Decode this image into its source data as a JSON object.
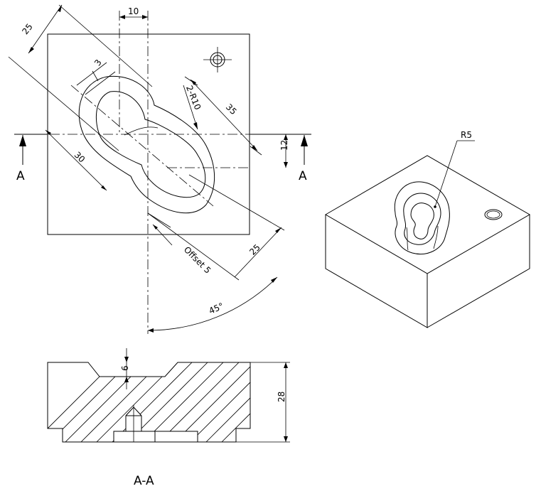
{
  "drawing": {
    "top_view": {
      "dims": {
        "d25_top": "25",
        "d10": "10",
        "d3": "3",
        "d2r10": "2-R10",
        "d35": "35",
        "d12": "12",
        "d30": "30",
        "d25_right": "25",
        "offset": "Offset 5",
        "angle": "45°"
      },
      "section_marks": {
        "left": "A",
        "right": "A"
      }
    },
    "iso_view": {
      "radius_label": "R5"
    },
    "section_view": {
      "depth": "6",
      "height": "28",
      "title": "A-A"
    }
  }
}
